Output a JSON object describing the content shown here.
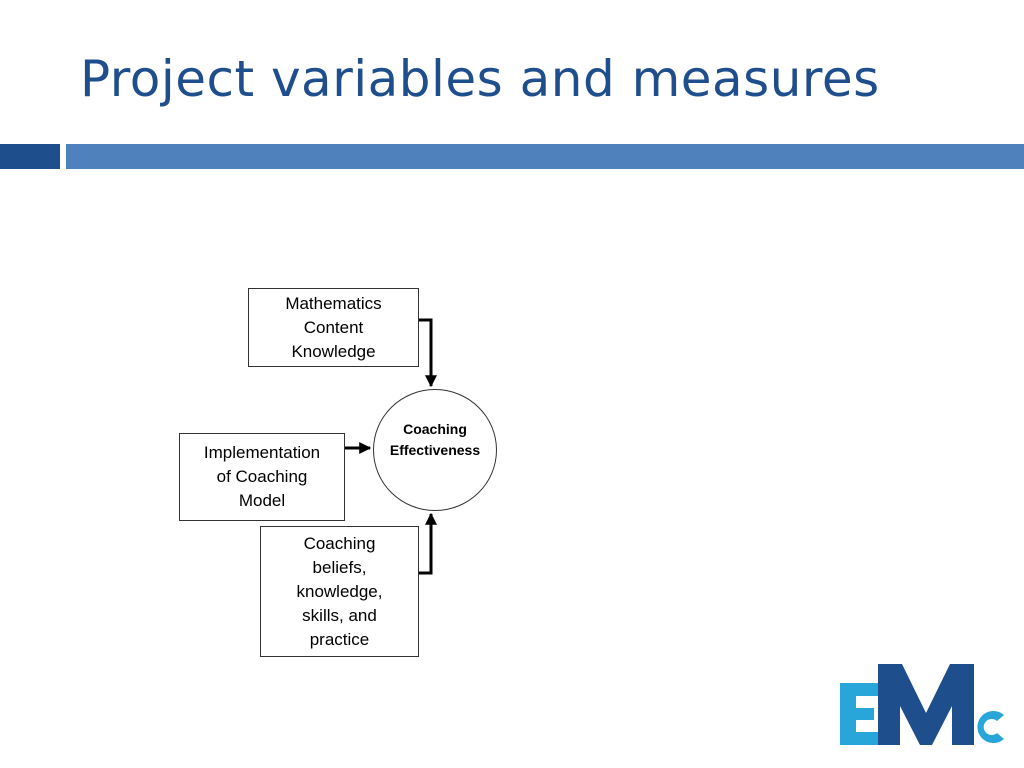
{
  "slide": {
    "title": "Project variables and measures"
  },
  "diagram": {
    "inputs": [
      {
        "label": "Mathematics\nContent\nKnowledge"
      },
      {
        "label": "Implementation\nof Coaching\nModel"
      },
      {
        "label": "Coaching\nbeliefs,\nknowledge,\nskills, and\npractice"
      }
    ],
    "outcome": {
      "label": "Coaching\nEffectiveness"
    }
  },
  "logo": {
    "icon": "emc-logo",
    "colors": {
      "light": "#29a6d9",
      "dark": "#1f4e8c"
    }
  },
  "colors": {
    "title": "#1f4e8c",
    "bar_dark": "#1f4e8c",
    "bar_light": "#4f81bd"
  }
}
